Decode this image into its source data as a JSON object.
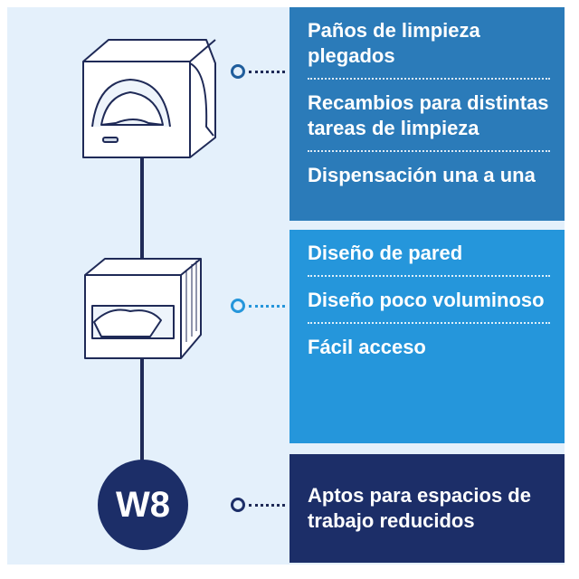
{
  "features": {
    "group1": [
      {
        "text": "Paños de limpieza plegados"
      },
      {
        "text": "Recambios para distintas tareas de limpieza"
      },
      {
        "text": "Dispensación una a una"
      }
    ],
    "group2": [
      {
        "text": "Diseño de pared"
      },
      {
        "text": "Diseño poco voluminoso"
      },
      {
        "text": "Fácil acceso"
      }
    ],
    "group3": [
      {
        "text": "Aptos para espacios de trabajo reducidos"
      }
    ]
  },
  "badge": {
    "label": "W8"
  },
  "colors": {
    "background": "#e4f0fb",
    "group1": "#2b7bb9",
    "group2": "#2596db",
    "group3": "#1c2e68",
    "line": "#1f2a57"
  }
}
